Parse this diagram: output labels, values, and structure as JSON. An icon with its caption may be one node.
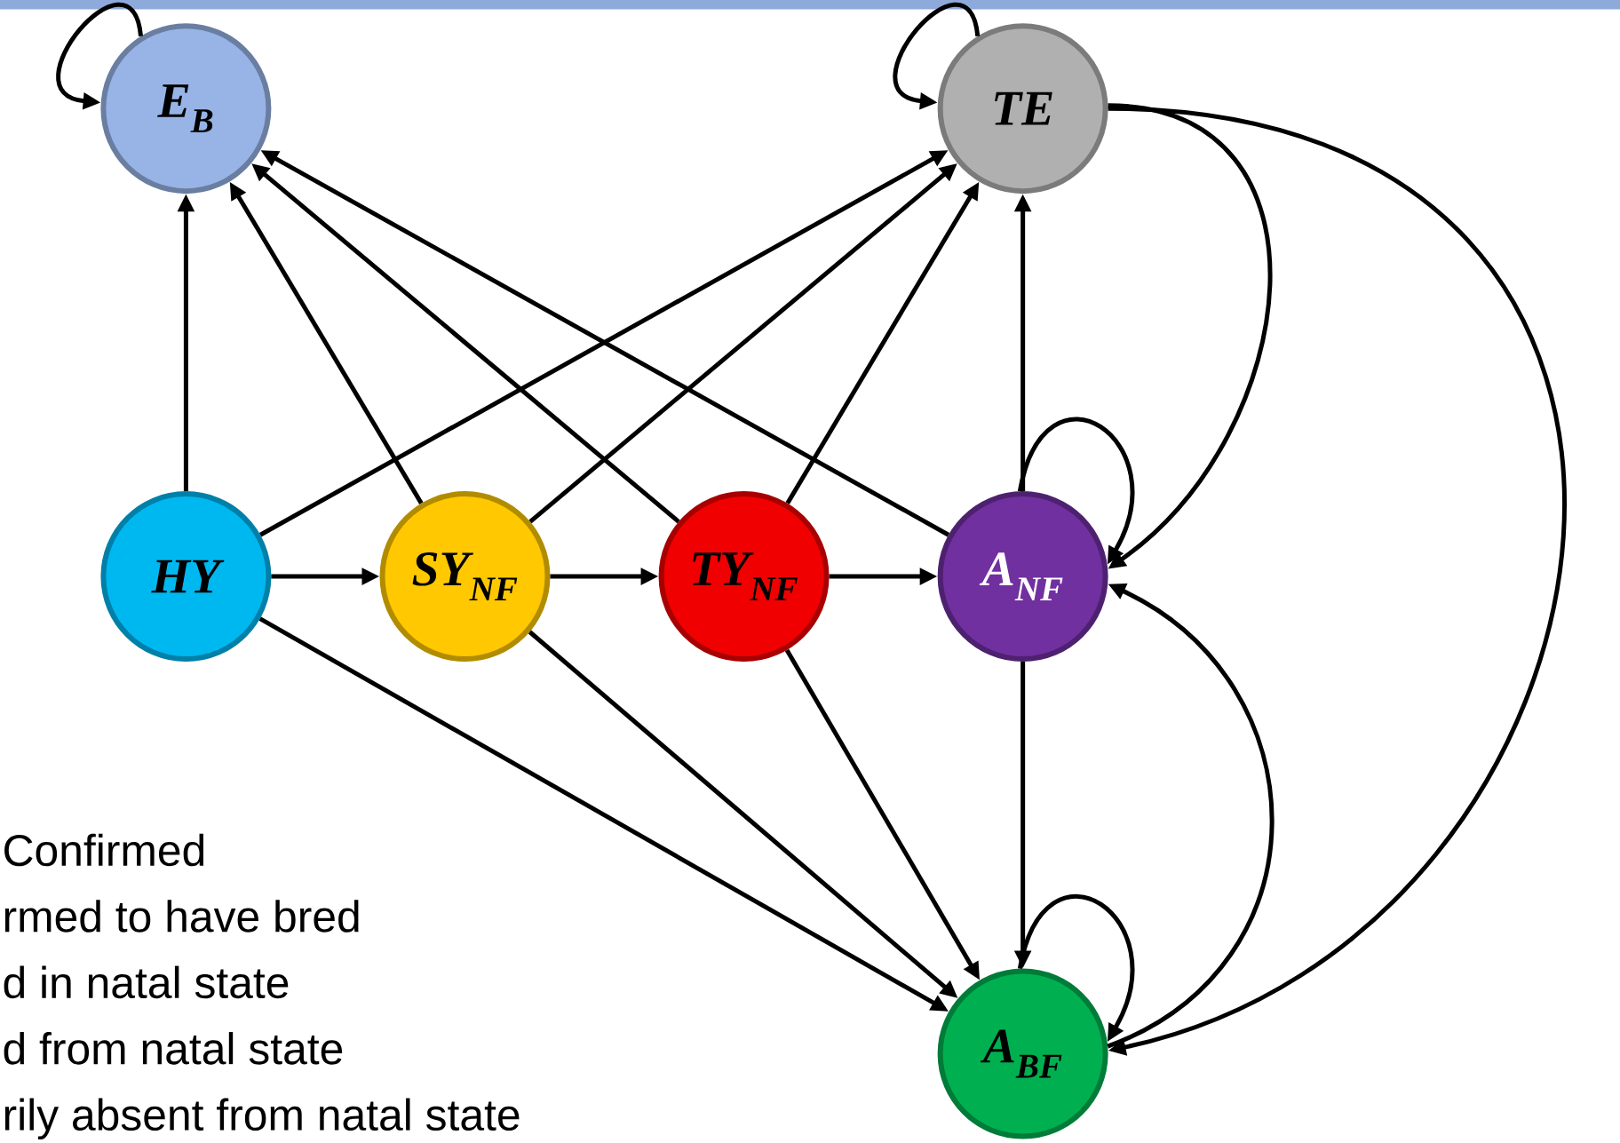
{
  "diagram": {
    "nodes": [
      {
        "text": [
          "E$_{B}$"
        ]
      },
      {
        "text": [
          "TE"
        ]
      },
      {
        "text": [
          "HY"
        ]
      },
      {
        "text": [
          "SY$_{NF}$"
        ]
      },
      {
        "text": [
          "TY$_{NF}$"
        ]
      },
      {
        "text": [
          "A$_{NF}$"
        ]
      },
      {
        "text": [
          "A$_{BF}$"
        ]
      }
    ],
    "edges": [
      {
        "from": 0,
        "to": 0,
        "arrow": "to"
      },
      {
        "from": 1,
        "to": 1,
        "arrow": "to"
      },
      {
        "from": 2,
        "to": 0,
        "arrow": "to"
      },
      {
        "from": 2,
        "to": 1,
        "arrow": "to"
      },
      {
        "from": 2,
        "to": 3,
        "arrow": "to"
      },
      {
        "from": 2,
        "to": 6,
        "arrow": "to"
      },
      {
        "from": 3,
        "to": 0,
        "arrow": "to"
      },
      {
        "from": 3,
        "to": 1,
        "arrow": "to"
      },
      {
        "from": 3,
        "to": 4,
        "arrow": "to"
      },
      {
        "from": 3,
        "to": 6,
        "arrow": "to"
      },
      {
        "from": 4,
        "to": 0,
        "arrow": "to"
      },
      {
        "from": 4,
        "to": 1,
        "arrow": "to"
      },
      {
        "from": 4,
        "to": 5,
        "arrow": "to"
      },
      {
        "from": 4,
        "to": 6,
        "arrow": "to"
      },
      {
        "from": 5,
        "to": 0,
        "arrow": "to"
      },
      {
        "from": 5,
        "to": 1,
        "arrow": "to"
      },
      {
        "from": 5,
        "to": 5,
        "arrow": "to"
      },
      {
        "from": 5,
        "to": 6,
        "arrow": "to"
      },
      {
        "from": 6,
        "to": 5,
        "arrow": "to"
      },
      {
        "from": 6,
        "to": 6,
        "arrow": "to"
      },
      {
        "from": 1,
        "to": 5,
        "arrow": "to"
      },
      {
        "from": 1,
        "to": 6,
        "arrow": "to"
      }
    ],
    "labels": [
      "Confirmed",
      "rmed to have bred",
      "d in natal state",
      "d from natal state",
      "rily absent from natal state"
    ]
  }
}
